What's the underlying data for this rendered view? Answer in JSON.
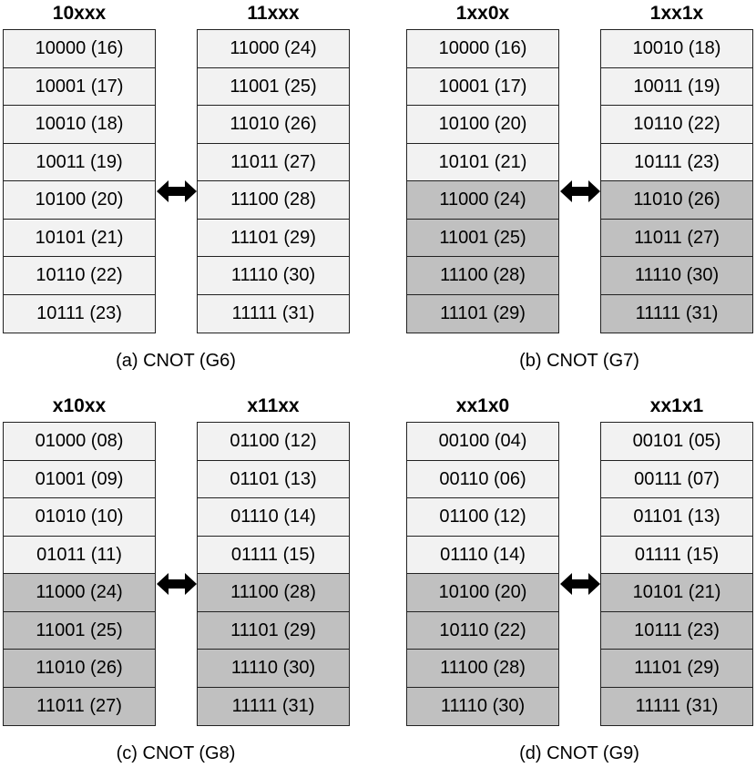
{
  "panels": [
    {
      "left_title": "10xxx",
      "right_title": "11xxx",
      "left": [
        "10000 (16)",
        "10001 (17)",
        "10010 (18)",
        "10011 (19)",
        "10100 (20)",
        "10101 (21)",
        "10110 (22)",
        "10111 (23)"
      ],
      "right": [
        "11000 (24)",
        "11001 (25)",
        "11010 (26)",
        "11011 (27)",
        "11100 (28)",
        "11101 (29)",
        "11110 (30)",
        "11111 (31)"
      ],
      "shaded_from": 8,
      "caption": "(a) CNOT (G6)"
    },
    {
      "left_title": "1xx0x",
      "right_title": "1xx1x",
      "left": [
        "10000 (16)",
        "10001 (17)",
        "10100 (20)",
        "10101 (21)",
        "11000 (24)",
        "11001 (25)",
        "11100 (28)",
        "11101 (29)"
      ],
      "right": [
        "10010 (18)",
        "10011 (19)",
        "10110 (22)",
        "10111 (23)",
        "11010 (26)",
        "11011 (27)",
        "11110 (30)",
        "11111 (31)"
      ],
      "shaded_from": 4,
      "caption": "(b) CNOT (G7)"
    },
    {
      "left_title": "x10xx",
      "right_title": "x11xx",
      "left": [
        "01000 (08)",
        "01001 (09)",
        "01010 (10)",
        "01011 (11)",
        "11000 (24)",
        "11001 (25)",
        "11010 (26)",
        "11011 (27)"
      ],
      "right": [
        "01100 (12)",
        "01101 (13)",
        "01110 (14)",
        "01111 (15)",
        "11100 (28)",
        "11101 (29)",
        "11110 (30)",
        "11111 (31)"
      ],
      "shaded_from": 4,
      "caption": "(c) CNOT (G8)"
    },
    {
      "left_title": "xx1x0",
      "right_title": "xx1x1",
      "left": [
        "00100 (04)",
        "00110 (06)",
        "01100 (12)",
        "01110 (14)",
        "10100 (20)",
        "10110 (22)",
        "11100 (28)",
        "11110 (30)"
      ],
      "right": [
        "00101 (05)",
        "00111 (07)",
        "01101 (13)",
        "01111 (15)",
        "10101 (21)",
        "10111 (23)",
        "11101 (29)",
        "11111 (31)"
      ],
      "shaded_from": 4,
      "caption": "(d) CNOT (G9)"
    }
  ],
  "colors": {
    "light_cell": "#f2f2f2",
    "dark_cell": "#c0c0c0",
    "border": "#222222",
    "arrow": "#000000"
  }
}
